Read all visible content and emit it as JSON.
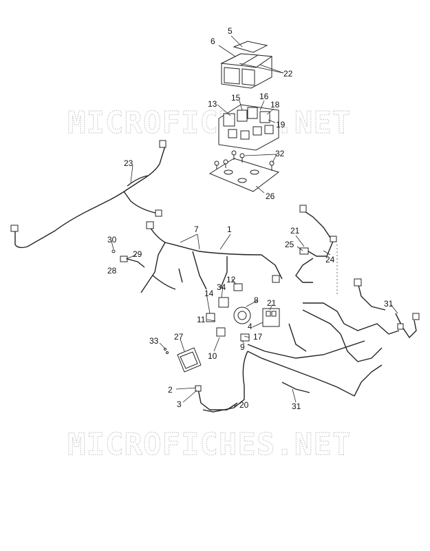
{
  "watermarks": [
    "MICROFICHES.NET",
    "MICROFICHES.NET"
  ],
  "callouts": {
    "c1": "1",
    "c2": "2",
    "c3": "3",
    "c4": "4",
    "c5": "5",
    "c6": "6",
    "c7": "7",
    "c8": "8",
    "c9": "9",
    "c10": "10",
    "c11": "11",
    "c12": "12",
    "c13": "13",
    "c14": "14",
    "c15": "15",
    "c16": "16",
    "c17": "17",
    "c18": "18",
    "c19": "19",
    "c20": "20",
    "c21a": "21",
    "c21b": "21",
    "c22": "22",
    "c23": "23",
    "c24": "24",
    "c25": "25",
    "c26": "26",
    "c27": "27",
    "c28": "28",
    "c29": "29",
    "c30": "30",
    "c31a": "31",
    "c31b": "31",
    "c32": "32",
    "c33": "33",
    "c34": "34"
  },
  "colors": {
    "line": "#222222",
    "watermark": "#c9c9c9",
    "background": "#ffffff"
  }
}
